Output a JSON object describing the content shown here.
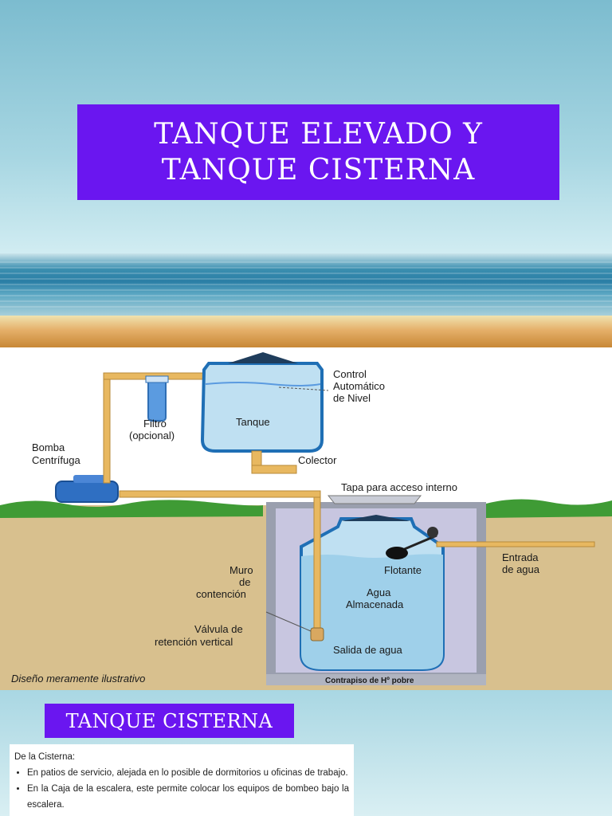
{
  "slide": {
    "title": "TANQUE ELEVADO Y\nTANQUE CISTERNA",
    "subtitle": "TANQUE CISTERNA"
  },
  "diagram": {
    "labels": {
      "control_1": "Control",
      "control_2": "Automático",
      "control_3": "de Nivel",
      "tanque": "Tanque",
      "filtro_1": "Filtro",
      "filtro_2": "(opcional)",
      "bomba_1": "Bomba",
      "bomba_2": "Centrífuga",
      "colector": "Colector",
      "tapa": "Tapa para acceso interno",
      "muro_1": "Muro",
      "muro_2": "de",
      "muro_3": "contención",
      "flotante": "Flotante",
      "entrada_1": "Entrada",
      "entrada_2": "de agua",
      "agua_1": "Agua",
      "agua_2": "Almacenada",
      "valvula_1": "Válvula de",
      "valvula_2": "retención vertical",
      "salida": "Salida de agua",
      "contrapiso": "Contrapiso de Hº pobre",
      "disclaimer": "Diseño meramente ilustrativo"
    }
  },
  "notes": {
    "heading": "De la Cisterna:",
    "items": [
      "En patios de servicio, alejada en lo posible de dormitorios  u oficinas de trabajo.",
      "En la Caja de la escalera, este permite colocar los equipos de bombeo bajo la escalera."
    ]
  },
  "colors": {
    "title_bg": "#6a16f0",
    "title_text": "#ffffff",
    "water": "#bfe0f2",
    "tank_outline": "#1f6fb5",
    "pipe": "#e8b860",
    "grass": "#3f9b35",
    "soil": "#d8c08e"
  }
}
